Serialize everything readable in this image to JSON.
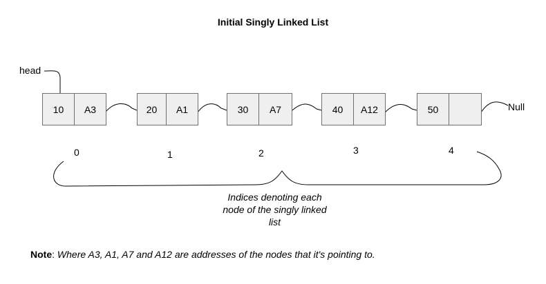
{
  "title": "Initial Singly Linked List",
  "head_label": "head",
  "null_label": "Null",
  "nodes": [
    {
      "value": "10",
      "next": "A3"
    },
    {
      "value": "20",
      "next": "A1"
    },
    {
      "value": "30",
      "next": "A7"
    },
    {
      "value": "40",
      "next": "A12"
    },
    {
      "value": "50",
      "next": ""
    }
  ],
  "indices": [
    "0",
    "1",
    "2",
    "3",
    "4"
  ],
  "brace_annotation": [
    "Indices denoting each",
    "node of the singly linked",
    "list"
  ],
  "note": {
    "label": "Note",
    "separator": ": ",
    "text": "Where A3, A1, A7 and  A12 are addresses of the nodes that it's pointing to."
  }
}
